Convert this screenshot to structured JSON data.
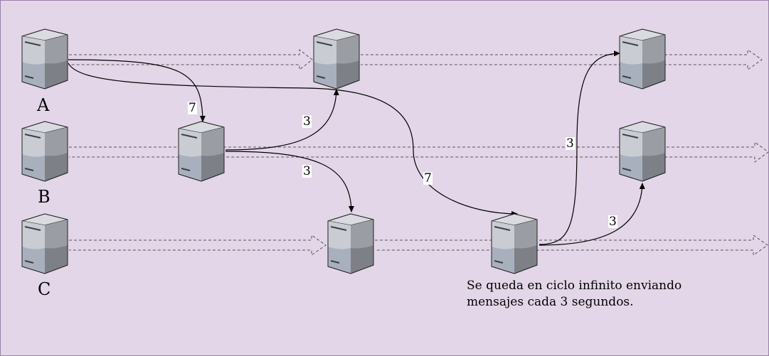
{
  "nodes": {
    "a": "A",
    "b": "B",
    "c": "C"
  },
  "delays": {
    "a_to_b2": "7",
    "b2_to_a2": "3",
    "b2_to_c2": "3",
    "a_to_c3": "7",
    "c3_to_a3": "3",
    "c3_to_b3": "3"
  },
  "caption": {
    "line1": "Se queda en ciclo infinito enviando",
    "line2": "mensajes cada 3 segundos."
  },
  "colors": {
    "background": "#e3d6e8",
    "server_light": "#c7cbd2",
    "server_dark": "#5c5f66",
    "arrow": "#000000"
  },
  "icons": [
    "server-icon"
  ]
}
